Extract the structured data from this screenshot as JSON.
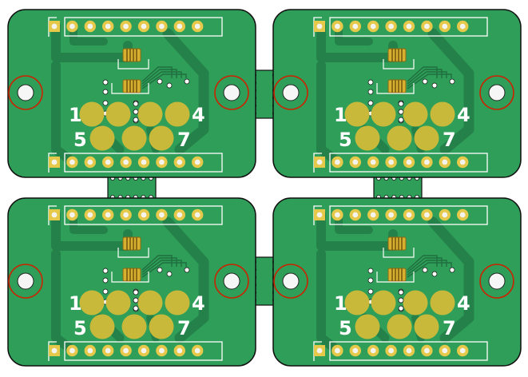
{
  "panel": {
    "board_count": 4,
    "colors": {
      "background": "#ffffff",
      "board_fill": "#2f9e59",
      "board_edge": "#111111",
      "trace": "#25814a",
      "silkscreen": "#ffffff",
      "pad_gold": "#c8b93a",
      "pad_ring": "#e6c84a",
      "mounting_ring": "#cc2200",
      "component_body": "#d8b030"
    },
    "header_pin_count": 9
  },
  "boards": [
    {
      "id": "top-left",
      "pad_labels": {
        "a": "1",
        "b": "4",
        "c": "5",
        "d": "7"
      }
    },
    {
      "id": "top-right",
      "pad_labels": {
        "a": "1",
        "b": "4",
        "c": "5",
        "d": "7"
      }
    },
    {
      "id": "bottom-left",
      "pad_labels": {
        "a": "1",
        "b": "4",
        "c": "5",
        "d": "7"
      }
    },
    {
      "id": "bottom-right",
      "pad_labels": {
        "a": "1",
        "b": "4",
        "c": "5",
        "d": "7"
      }
    }
  ]
}
